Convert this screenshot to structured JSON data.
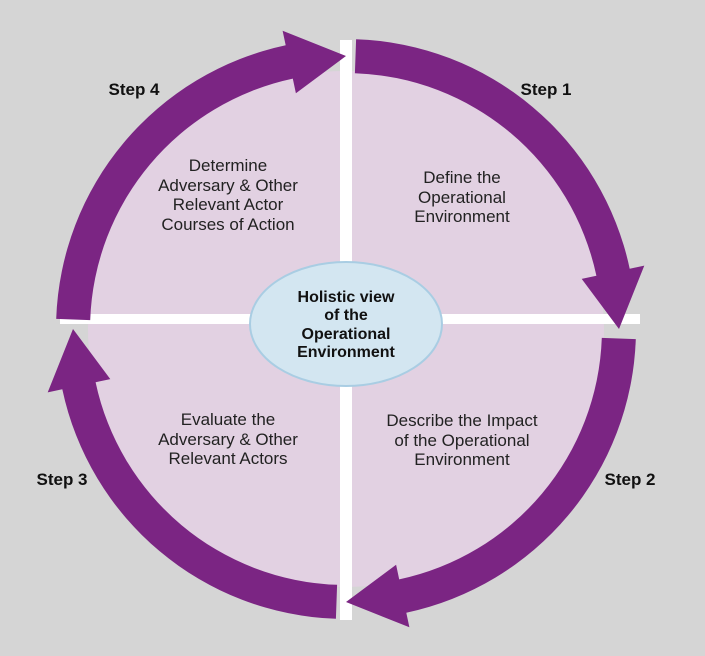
{
  "diagram": {
    "center": {
      "text": "Holistic view\nof the\nOperational\nEnvironment"
    },
    "steps": [
      {
        "step": "Step 1",
        "description": "Define the\nOperational\nEnvironment"
      },
      {
        "step": "Step 2",
        "description": "Describe the Impact\nof the Operational\nEnvironment"
      },
      {
        "step": "Step 3",
        "description": "Evaluate the\nAdversary & Other\nRelevant Actors"
      },
      {
        "step": "Step 4",
        "description": "Determine\nAdversary & Other\nRelevant Actor\nCourses of Action"
      }
    ]
  },
  "colors": {
    "background": "#d5d5d5",
    "quadrant_fill": "#e2d1e2",
    "arrow": "#7b2583",
    "center_fill": "#d3e6f1",
    "center_stroke": "#a9cde3",
    "divider": "#ffffff"
  }
}
